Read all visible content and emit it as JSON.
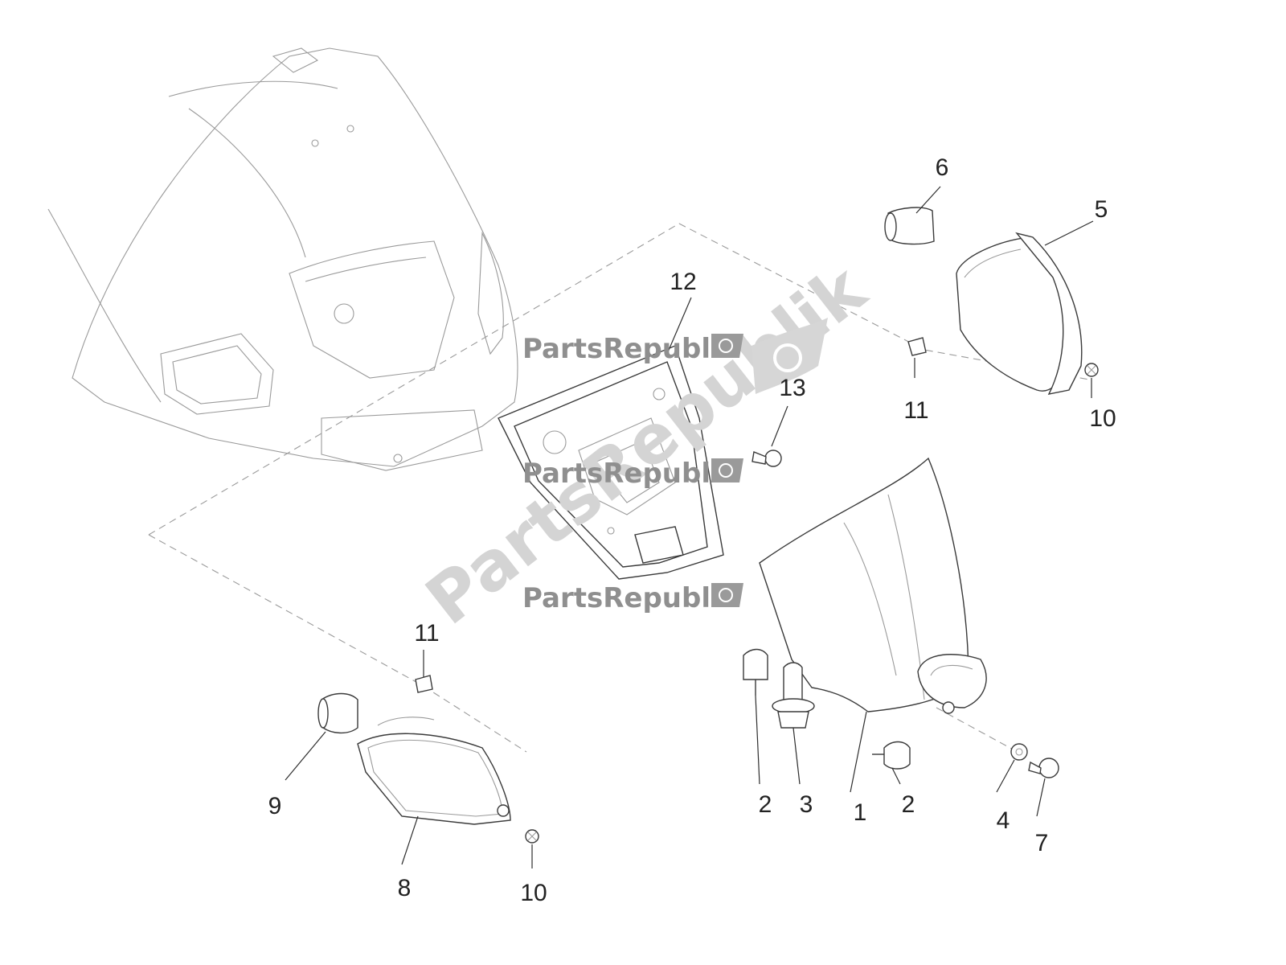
{
  "watermark": {
    "brand": "PartsRepublik",
    "big": "PartsRepublik"
  },
  "callouts": [
    "1",
    "2",
    "2",
    "3",
    "4",
    "5",
    "6",
    "7",
    "8",
    "9",
    "10",
    "10",
    "11",
    "11",
    "12",
    "13"
  ],
  "colors": {
    "line": "#3a3a3a",
    "light_line": "#9a9a9a",
    "watermark": "#8f8f8f"
  },
  "icons": [
    "gear-flag-icon"
  ]
}
